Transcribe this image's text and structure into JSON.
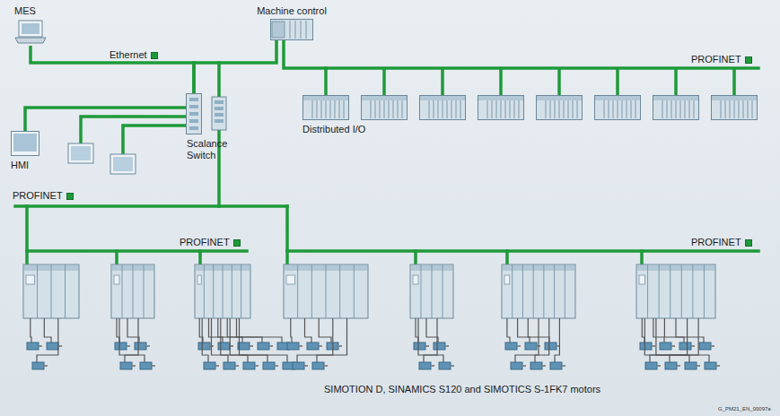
{
  "diagram": {
    "caption": "SIMOTION D, SINAMICS S120 and SIMOTICS S-1FK7 motors",
    "nodes": [
      {
        "text": [
          "MES"
        ]
      },
      {
        "text": [
          "Machine control"
        ]
      },
      {
        "text": [
          "Scalance Switch"
        ]
      },
      {
        "text": [
          "HMI"
        ]
      },
      {
        "text": [
          "Distributed I/O"
        ]
      }
    ],
    "edges": [
      {
        "from": 0,
        "to": 2,
        "arrow": "none"
      },
      {
        "from": 1,
        "to": 2,
        "arrow": "none"
      },
      {
        "from": 2,
        "to": 3,
        "arrow": "none"
      },
      {
        "from": 1,
        "to": 4,
        "arrow": "none"
      }
    ],
    "labels": [
      "Ethernet",
      "PROFINET",
      "PROFINET",
      "PROFINET",
      "PROFINET",
      "G_PM21_EN_00097a"
    ]
  }
}
